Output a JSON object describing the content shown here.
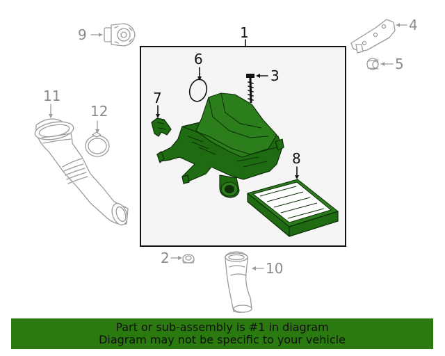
{
  "callouts": {
    "c1": "1",
    "c2": "2",
    "c3": "3",
    "c4": "4",
    "c5": "5",
    "c6": "6",
    "c7": "7",
    "c8": "8",
    "c9": "9",
    "c10": "10",
    "c11": "11",
    "c12": "12"
  },
  "banner": {
    "line1": "Part or sub-assembly is #1 in diagram",
    "line2": "Diagram may not be specific to your vehicle"
  },
  "colors": {
    "highlight_part": "#1f6b12",
    "banner_bg": "#2a7a10",
    "assembly_box_bg": "#f5f5f5",
    "secondary_parts": "#9a9a9a"
  }
}
